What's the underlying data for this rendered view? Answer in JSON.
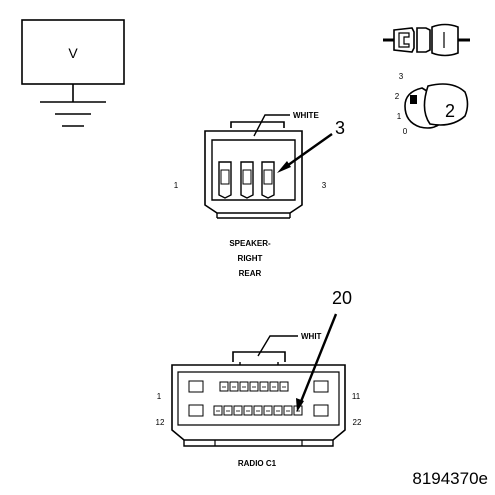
{
  "meter": {
    "symbol": "V"
  },
  "key_legend": {
    "positions": [
      "3",
      "2",
      "1",
      "0"
    ],
    "callout": "2"
  },
  "speaker_connector": {
    "wire_color_label": "WHITE",
    "callout": "3",
    "pin_left": "1",
    "pin_right": "3",
    "caption_lines": [
      "SPEAKER-",
      "RIGHT",
      "REAR"
    ]
  },
  "radio_connector": {
    "wire_color_label": "WHIT",
    "callout": "20",
    "pin_top_left": "1",
    "pin_top_right": "11",
    "pin_bottom_left": "12",
    "pin_bottom_right": "22",
    "caption": "RADIO C1"
  },
  "figure_id": "8194370e",
  "colors": {
    "ink": "#000000",
    "paper": "#ffffff"
  }
}
